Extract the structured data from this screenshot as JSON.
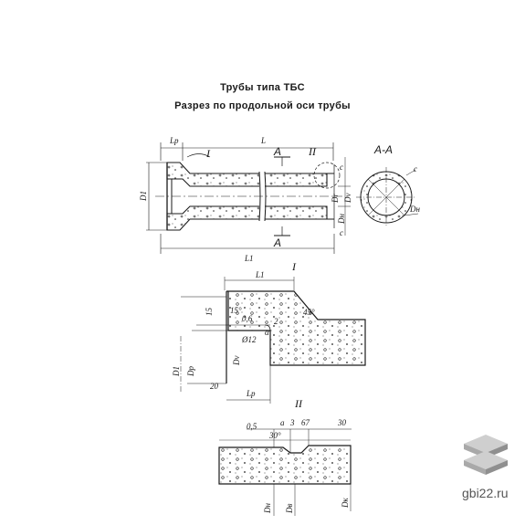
{
  "title": "Трубы типа ТБС",
  "subtitle": "Разрез по продольной оси трубы",
  "watermark": "gbi22.ru",
  "labels": {
    "lp": "Lp",
    "L": "L",
    "L1": "L1",
    "A_top": "A",
    "A_bot": "A",
    "I_mark": "I",
    "II_mark": "II",
    "c1": "c",
    "c2": "c",
    "D1": "D1",
    "Dr": "Dr",
    "Dv": "Dv",
    "Dn": "Dн",
    "section": "A-A",
    "Dn2": "Dн",
    "sec_c": "c",
    "detail_I": "I",
    "L1_det": "L1",
    "d15": "15",
    "ang15": "15°",
    "ang45": "45°",
    "dr": "0,6",
    "dim2": "2",
    "ang1": "α",
    "d12": "Ø12",
    "Dv2": "Dv",
    "D1b": "D1",
    "Dpb": "Dp",
    "d20": "20",
    "lp2": "Lp",
    "detail_II": "II",
    "n3": "3",
    "n67": "67",
    "n30": "30",
    "n05": "0,5",
    "na": "a",
    "n30b": "30°",
    "Dn3": "Dн",
    "Dv3": "Dв",
    "Dk": "Dк"
  }
}
